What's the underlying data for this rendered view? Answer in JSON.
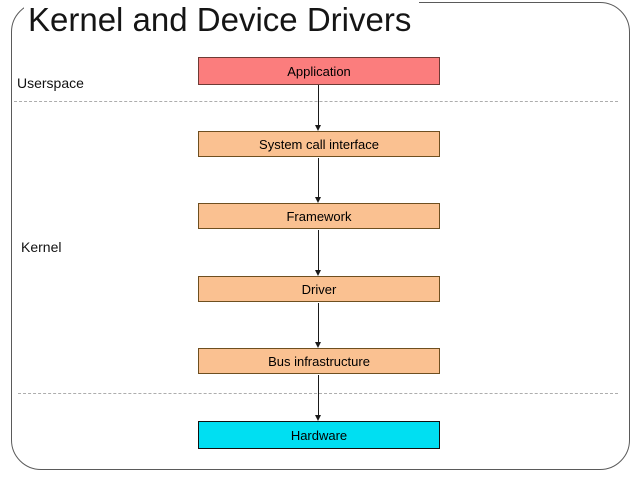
{
  "slide": {
    "title": "Kernel and Device Drivers"
  },
  "regions": {
    "userspace_label": "Userspace",
    "kernel_label": "Kernel"
  },
  "diagram": {
    "boxes": [
      {
        "label": "Application",
        "layer": "userspace"
      },
      {
        "label": "System call interface",
        "layer": "kernel"
      },
      {
        "label": "Framework",
        "layer": "kernel"
      },
      {
        "label": "Driver",
        "layer": "kernel"
      },
      {
        "label": "Bus infrastructure",
        "layer": "kernel"
      },
      {
        "label": "Hardware",
        "layer": "hardware"
      }
    ],
    "arrows": [
      {
        "from": "Application",
        "to": "System call interface"
      },
      {
        "from": "System call interface",
        "to": "Framework"
      },
      {
        "from": "Framework",
        "to": "Driver"
      },
      {
        "from": "Driver",
        "to": "Bus infrastructure"
      },
      {
        "from": "Bus infrastructure",
        "to": "Hardware"
      }
    ],
    "separators": [
      {
        "between": [
          "userspace",
          "kernel"
        ]
      },
      {
        "between": [
          "kernel",
          "hardware"
        ]
      }
    ]
  },
  "colors": {
    "application_fill": "#FB7D7D",
    "application_border": "#6E3B35",
    "kernel_box_fill": "#FAC191",
    "kernel_box_border": "#6E4F20",
    "hardware_fill": "#00DFF2",
    "hardware_border": "#101010",
    "separator": "#ADADAD",
    "frame_border": "#5A5A5A",
    "arrow": "#1A1A1A",
    "text": "#000000"
  }
}
